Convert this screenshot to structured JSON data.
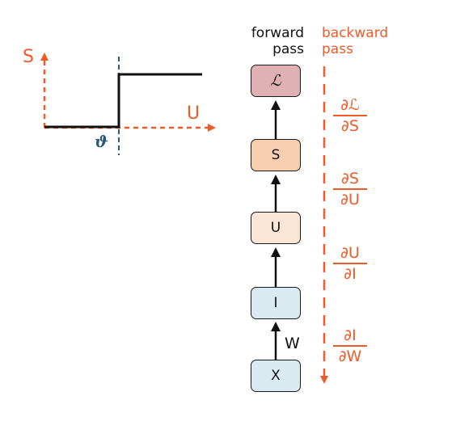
{
  "colors": {
    "accent_red": "#f05a28",
    "threshold_blue": "#2a5a78",
    "node_loss_fill": "#dfb1b5",
    "node_s_fill": "#f8cfae",
    "node_u_fill": "#fbe6d6",
    "node_i_fill": "#d9eaf1",
    "node_x_fill": "#d9eaf1",
    "stroke": "#1a1a1a"
  },
  "step_plot": {
    "y_axis_label": "S",
    "x_axis_label": "U",
    "threshold_label": "ϑ"
  },
  "headers": {
    "forward_line1": "forward",
    "forward_line2": "pass",
    "backward_line1": "backward",
    "backward_line2": "pass"
  },
  "nodes": {
    "loss": "ℒ",
    "s": "S",
    "u": "U",
    "i": "I",
    "x": "X"
  },
  "weight_label": "W",
  "gradients": [
    {
      "num": "∂ℒ",
      "den": "∂S"
    },
    {
      "num": "∂S",
      "den": "∂U"
    },
    {
      "num": "∂U",
      "den": "∂I"
    },
    {
      "num": "∂I",
      "den": "∂W"
    }
  ]
}
